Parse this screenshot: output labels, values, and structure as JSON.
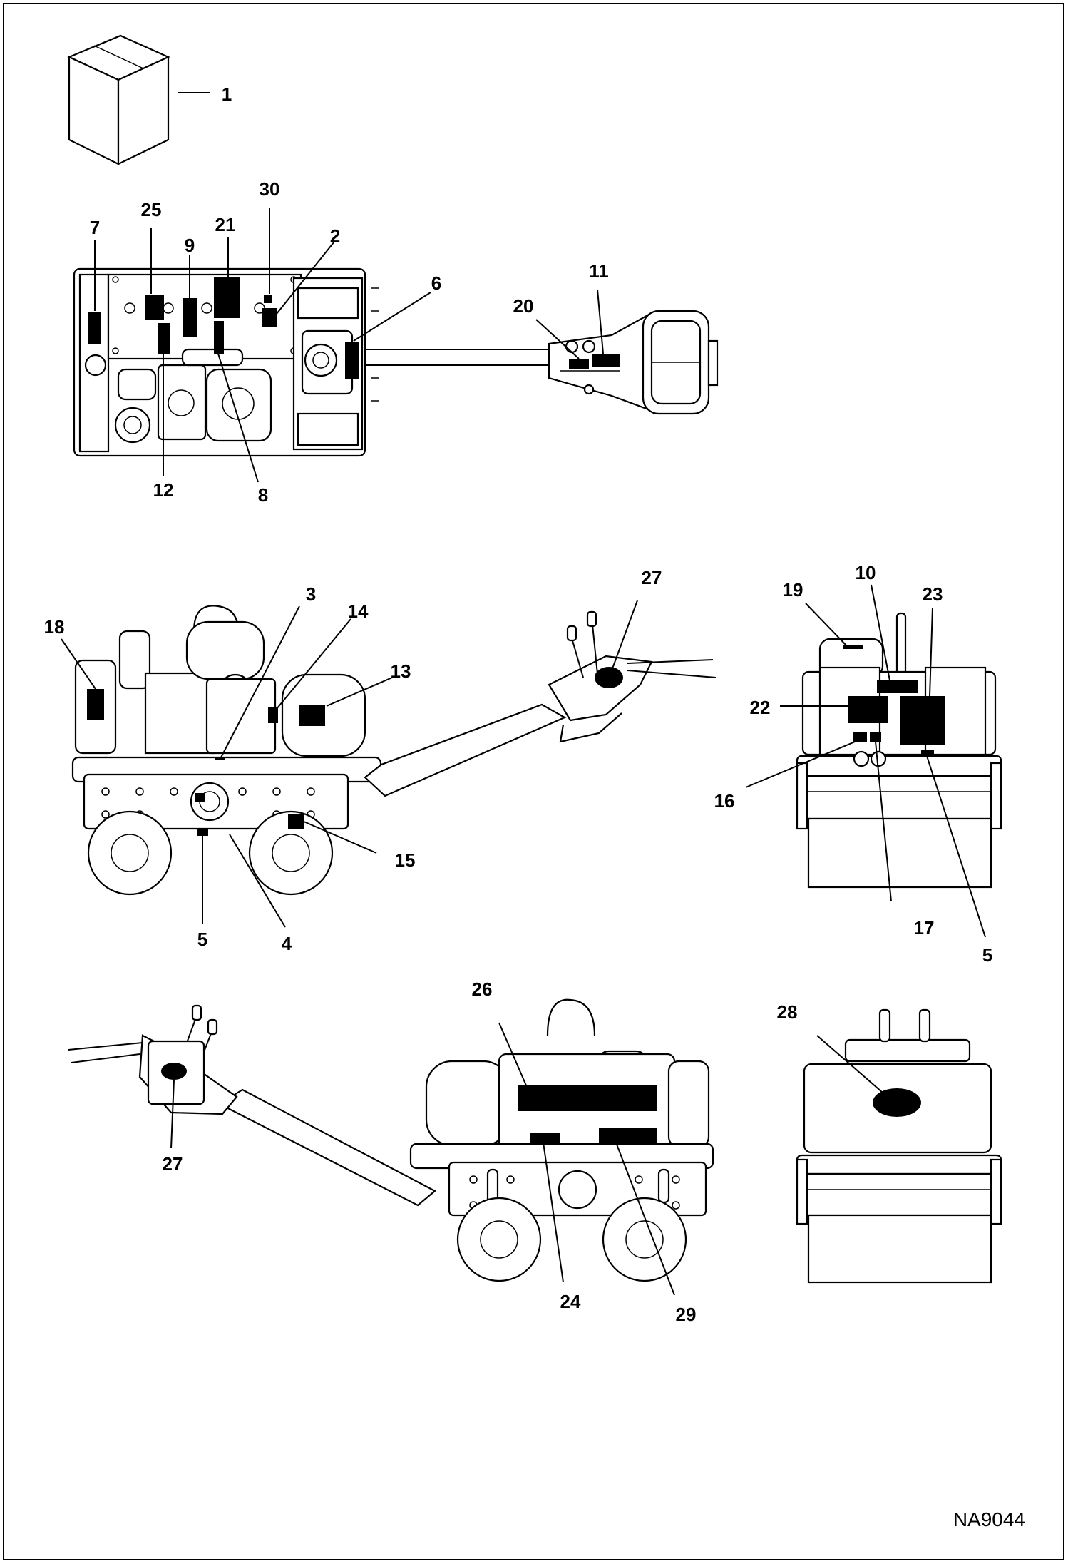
{
  "drawing_code": "NA9044",
  "callouts": [
    {
      "id": "c1",
      "text": "1"
    },
    {
      "id": "c2",
      "text": "2"
    },
    {
      "id": "c3",
      "text": "3"
    },
    {
      "id": "c4",
      "text": "4"
    },
    {
      "id": "c5a",
      "text": "5"
    },
    {
      "id": "c5b",
      "text": "5"
    },
    {
      "id": "c6",
      "text": "6"
    },
    {
      "id": "c7",
      "text": "7"
    },
    {
      "id": "c8",
      "text": "8"
    },
    {
      "id": "c9",
      "text": "9"
    },
    {
      "id": "c10",
      "text": "10"
    },
    {
      "id": "c11",
      "text": "11"
    },
    {
      "id": "c12",
      "text": "12"
    },
    {
      "id": "c13",
      "text": "13"
    },
    {
      "id": "c14",
      "text": "14"
    },
    {
      "id": "c15",
      "text": "15"
    },
    {
      "id": "c16",
      "text": "16"
    },
    {
      "id": "c17",
      "text": "17"
    },
    {
      "id": "c18",
      "text": "18"
    },
    {
      "id": "c19",
      "text": "19"
    },
    {
      "id": "c20",
      "text": "20"
    },
    {
      "id": "c21",
      "text": "21"
    },
    {
      "id": "c22",
      "text": "22"
    },
    {
      "id": "c23",
      "text": "23"
    },
    {
      "id": "c24",
      "text": "24"
    },
    {
      "id": "c25",
      "text": "25"
    },
    {
      "id": "c26",
      "text": "26"
    },
    {
      "id": "c27a",
      "text": "27"
    },
    {
      "id": "c27b",
      "text": "27"
    },
    {
      "id": "c28",
      "text": "28"
    },
    {
      "id": "c29",
      "text": "29"
    },
    {
      "id": "c30",
      "text": "30"
    }
  ]
}
